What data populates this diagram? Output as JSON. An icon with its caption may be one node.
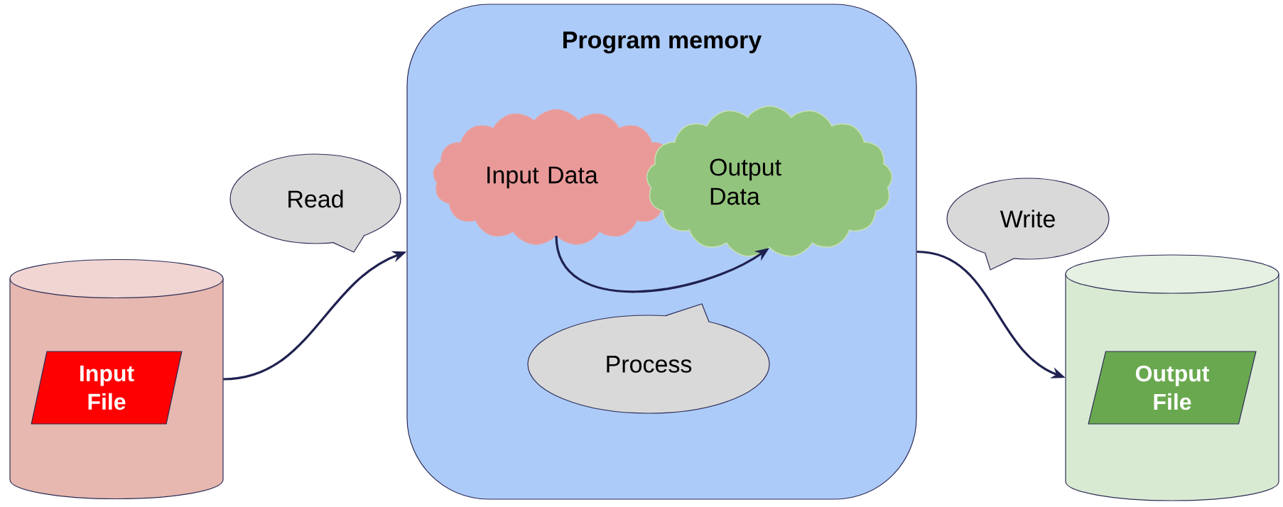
{
  "diagram": {
    "nodes": [
      {
        "text": [],
        "shape": "cylinder"
      },
      {
        "text": [
          "Input File"
        ],
        "in": 0
      },
      {
        "text": [
          "Read"
        ]
      },
      {
        "text": [
          "Program memory"
        ]
      },
      {
        "text": [
          "Input Data"
        ],
        "in": 3
      },
      {
        "text": [
          "Output Data"
        ],
        "in": 3
      },
      {
        "text": [
          "Process"
        ],
        "in": 3
      },
      {
        "text": [
          "Write"
        ]
      },
      {
        "text": [],
        "shape": "cylinder"
      },
      {
        "text": [
          "Output File"
        ],
        "in": 8
      }
    ],
    "edges": [
      {
        "from": 0,
        "to": 3,
        "arrow": "to"
      },
      {
        "from": 4,
        "to": 5,
        "arrow": "to"
      },
      {
        "from": 3,
        "to": 8,
        "arrow": "to"
      }
    ]
  }
}
